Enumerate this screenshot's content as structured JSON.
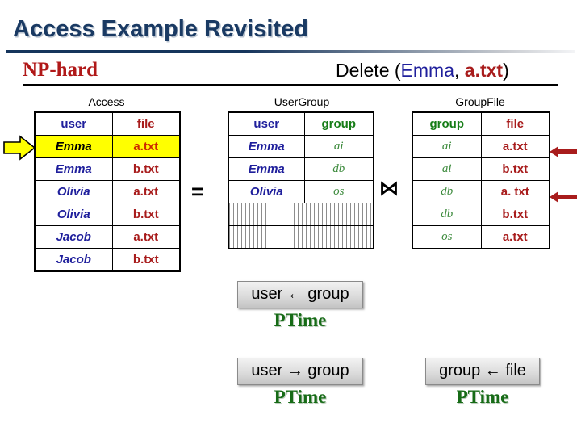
{
  "slide": {
    "title": "Access Example Revisited",
    "complexity_label": "NP-hard",
    "operation": {
      "prefix": "Delete (",
      "user": "Emma",
      "separator": ", ",
      "file": "a.txt",
      "suffix": ")"
    }
  },
  "colors": {
    "title": "#1a3a63",
    "np_hard": "#b01818",
    "user": "#1f1f9c",
    "file": "#a81c1c",
    "group": "#167d17",
    "ptime": "#166b16",
    "highlight": "#ffff00",
    "arrow_yellow": "#ffff00",
    "arrow_red": "#a81c1c"
  },
  "tables": [
    {
      "caption": "Access",
      "headers": [
        "user",
        "file"
      ],
      "header_classes": [
        "hdr-user",
        "hdr-file"
      ],
      "rows": [
        {
          "cells": [
            "Emma",
            "a.txt"
          ],
          "highlighted": true
        },
        {
          "cells": [
            "Emma",
            "b.txt"
          ],
          "highlighted": false
        },
        {
          "cells": [
            "Olivia",
            "a.txt"
          ],
          "highlighted": false
        },
        {
          "cells": [
            "Olivia",
            "b.txt"
          ],
          "highlighted": false
        },
        {
          "cells": [
            "Jacob",
            "a.txt"
          ],
          "highlighted": false
        },
        {
          "cells": [
            "Jacob",
            "b.txt"
          ],
          "highlighted": false
        }
      ],
      "filler_rows": 0
    },
    {
      "caption": "UserGroup",
      "headers": [
        "user",
        "group"
      ],
      "header_classes": [
        "hdr-user",
        "hdr-group"
      ],
      "rows": [
        {
          "cells": [
            "Emma",
            "ai"
          ],
          "highlighted": false
        },
        {
          "cells": [
            "Emma",
            "db"
          ],
          "highlighted": false
        },
        {
          "cells": [
            "Olivia",
            "os"
          ],
          "highlighted": false
        }
      ],
      "filler_rows": 2
    },
    {
      "caption": "GroupFile",
      "headers": [
        "group",
        "file"
      ],
      "header_classes": [
        "hdr-group",
        "hdr-file"
      ],
      "rows": [
        {
          "cells": [
            "ai",
            "a.txt"
          ],
          "highlighted": false
        },
        {
          "cells": [
            "ai",
            "b.txt"
          ],
          "highlighted": false
        },
        {
          "cells": [
            "db",
            "a. txt"
          ],
          "highlighted": false
        },
        {
          "cells": [
            "db",
            "b.txt"
          ],
          "highlighted": false
        },
        {
          "cells": [
            "os",
            "a.txt"
          ],
          "highlighted": false
        }
      ],
      "filler_rows": 0
    }
  ],
  "operators": {
    "equals": "=",
    "join": "⋈"
  },
  "annotations": {
    "ptime_boxes": [
      {
        "expression": "user ← group",
        "label": "PTime"
      },
      {
        "expression": "user → group",
        "label": "PTime"
      },
      {
        "expression": "group ← file",
        "label": "PTime"
      }
    ]
  },
  "icons": {
    "yellow_arrow": "arrow-right-block-icon",
    "red_arrow": "arrow-left-icon"
  }
}
